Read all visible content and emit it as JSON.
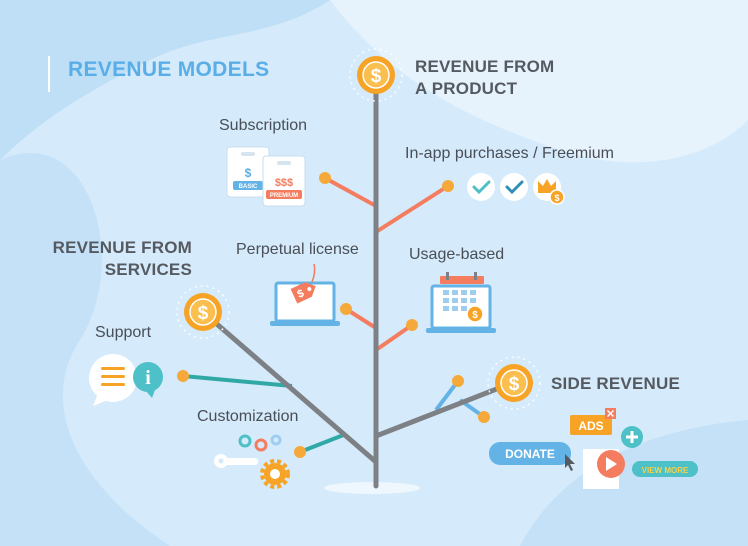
{
  "title": "REVENUE MODELS",
  "headings": {
    "product_line1": "REVENUE FROM",
    "product_line2": "A PRODUCT",
    "services_line1": "REVENUE FROM",
    "services_line2": "SERVICES",
    "side": "SIDE REVENUE"
  },
  "labels": {
    "subscription": "Subscription",
    "inapp": "In-app purchases / Freemium",
    "perpetual": "Perpetual license",
    "usage": "Usage-based",
    "support": "Support",
    "customization": "Customization"
  },
  "badges": {
    "basic": "BASIC",
    "premium": "PREMIUM",
    "dollar": "$",
    "triple_dollar": "$$$",
    "ads": "ADS",
    "donate": "DONATE",
    "view_more": "VIEW MORE",
    "info": "i"
  },
  "colors": {
    "trunk": "#7d8085",
    "product_branch": "#f47c5f",
    "services_branch": "#30a9a6",
    "side_branch": "#64b3e6",
    "node": "#f6a93b",
    "coin": "#f7a325",
    "title": "#5aaee8"
  },
  "icons": [
    "dollar-coin-icon",
    "price-tag-icon",
    "checkmark-icon",
    "crown-icon",
    "calendar-icon",
    "laptop-icon",
    "chat-bubble-icon",
    "info-icon",
    "gear-icon",
    "wrench-icon",
    "close-icon",
    "plus-icon",
    "play-icon",
    "cursor-icon"
  ]
}
